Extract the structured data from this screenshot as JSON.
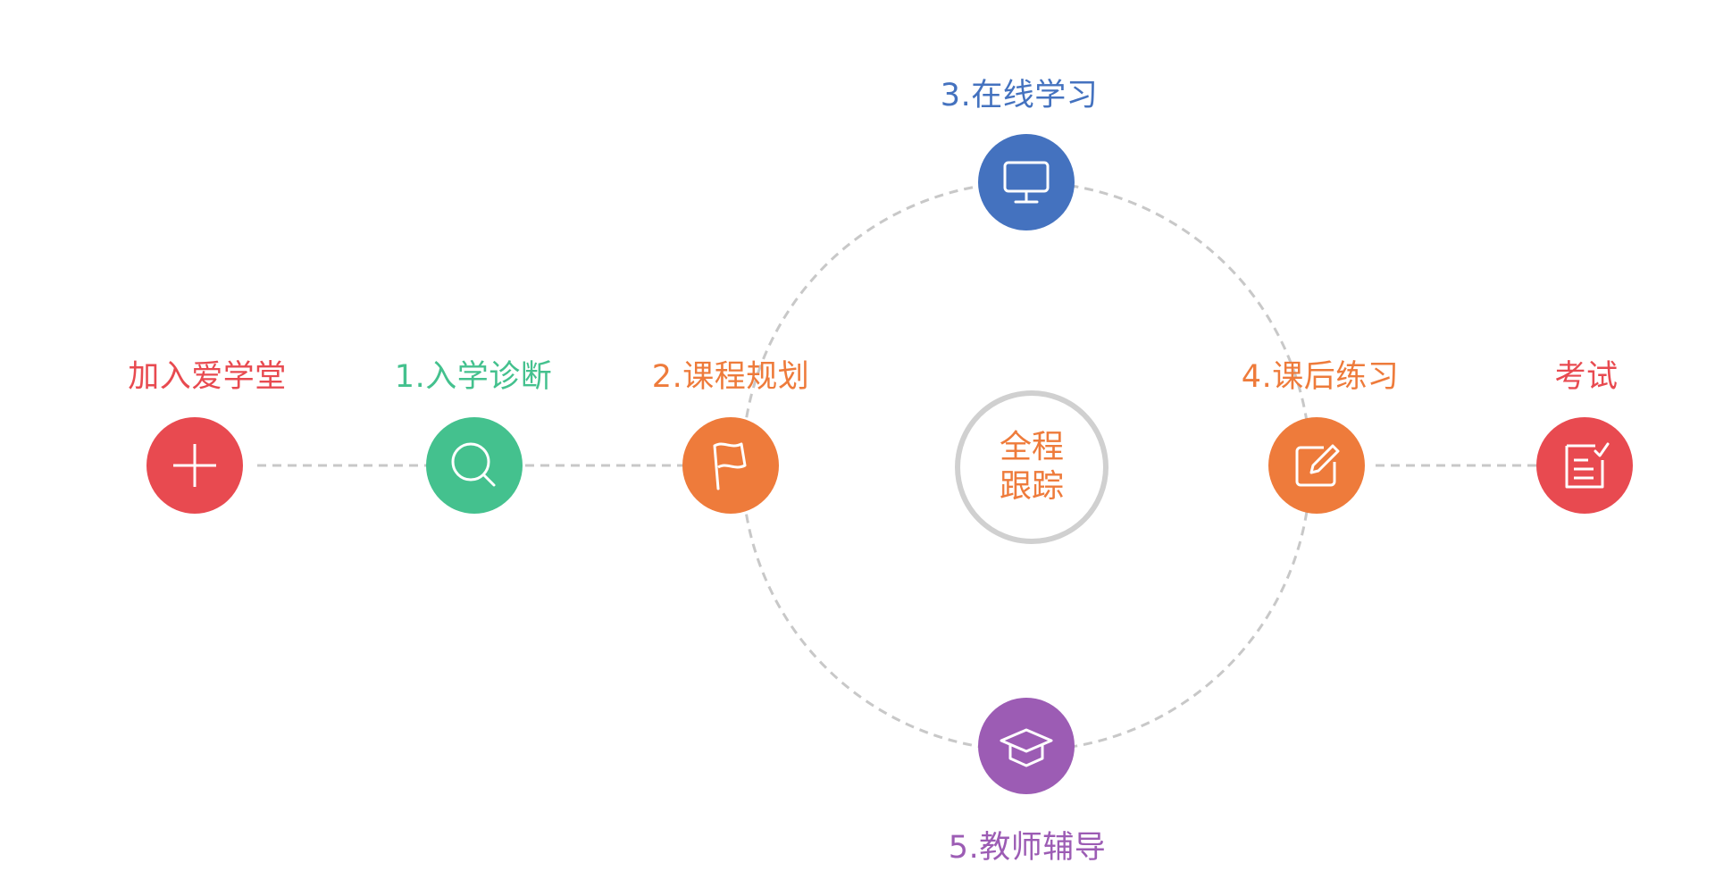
{
  "colors": {
    "red": "#e84a50",
    "green": "#44c18e",
    "orange": "#ee7b3b",
    "blue": "#4472bf",
    "purple": "#9c5cb4",
    "dash": "#c8c8c8"
  },
  "steps": [
    {
      "id": "join",
      "label": "加入爱学堂",
      "icon": "plus-icon",
      "color": "#e84a50"
    },
    {
      "id": "diagnose",
      "label": "1.入学诊断",
      "icon": "search-icon",
      "color": "#44c18e"
    },
    {
      "id": "plan",
      "label": "2.课程规划",
      "icon": "flag-icon",
      "color": "#ee7b3b"
    },
    {
      "id": "online",
      "label": "3.在线学习",
      "icon": "monitor-icon",
      "color": "#4472bf"
    },
    {
      "id": "practice",
      "label": "4.课后练习",
      "icon": "edit-icon",
      "color": "#ee7b3b"
    },
    {
      "id": "tutor",
      "label": "5.教师辅导",
      "icon": "graduation-cap-icon",
      "color": "#9c5cb4"
    },
    {
      "id": "exam",
      "label": "考试",
      "icon": "checklist-icon",
      "color": "#e84a50"
    }
  ],
  "center": {
    "line1": "全程",
    "line2": "跟踪"
  }
}
